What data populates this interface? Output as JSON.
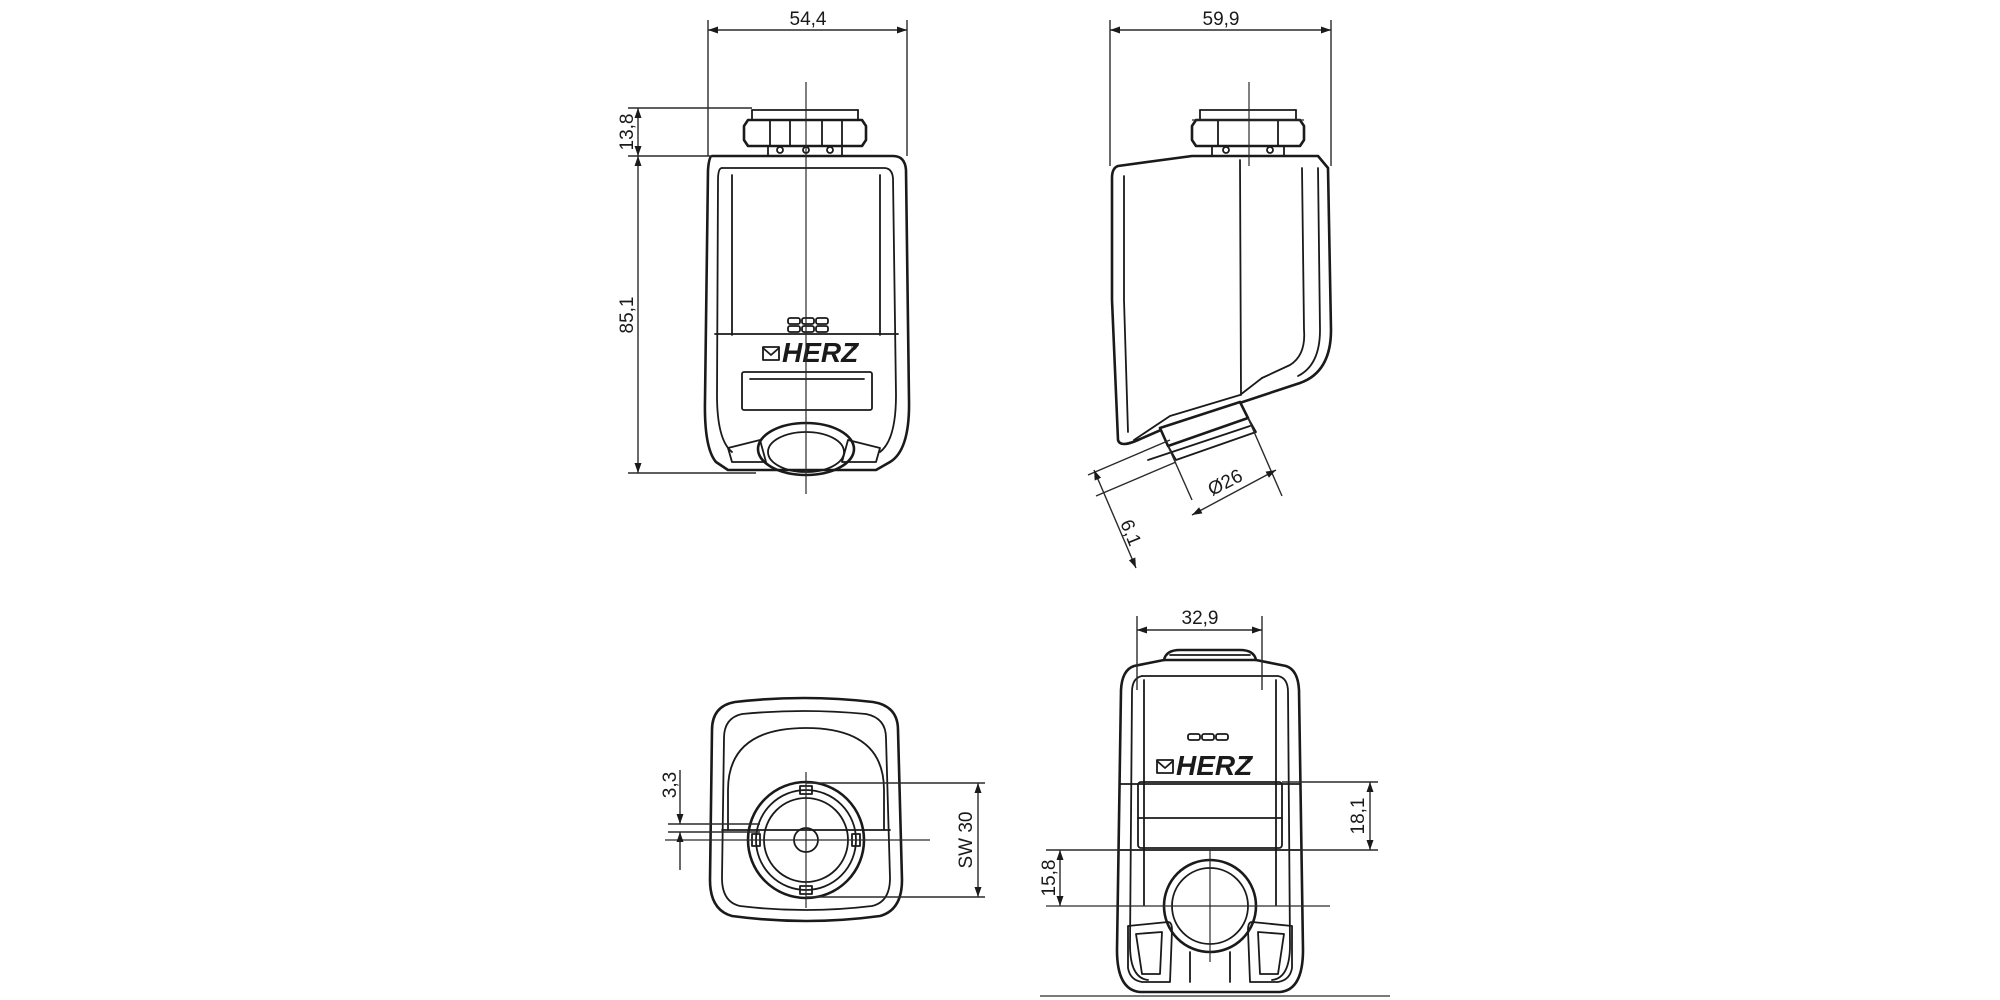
{
  "brand": {
    "logo_text": "HERZ",
    "registered_mark": "®"
  },
  "dimensions": {
    "front_width": "54,4",
    "front_top_cap_height": "13,8",
    "front_body_height": "85,1",
    "side_width": "59,9",
    "side_diameter": "Ø26",
    "side_offset": "6,1",
    "bottom_offset": "3,3",
    "bottom_wrench_size": "SW 30",
    "back_width": "32,9",
    "back_window_height": "18,1",
    "back_lower_offset": "15,8"
  }
}
